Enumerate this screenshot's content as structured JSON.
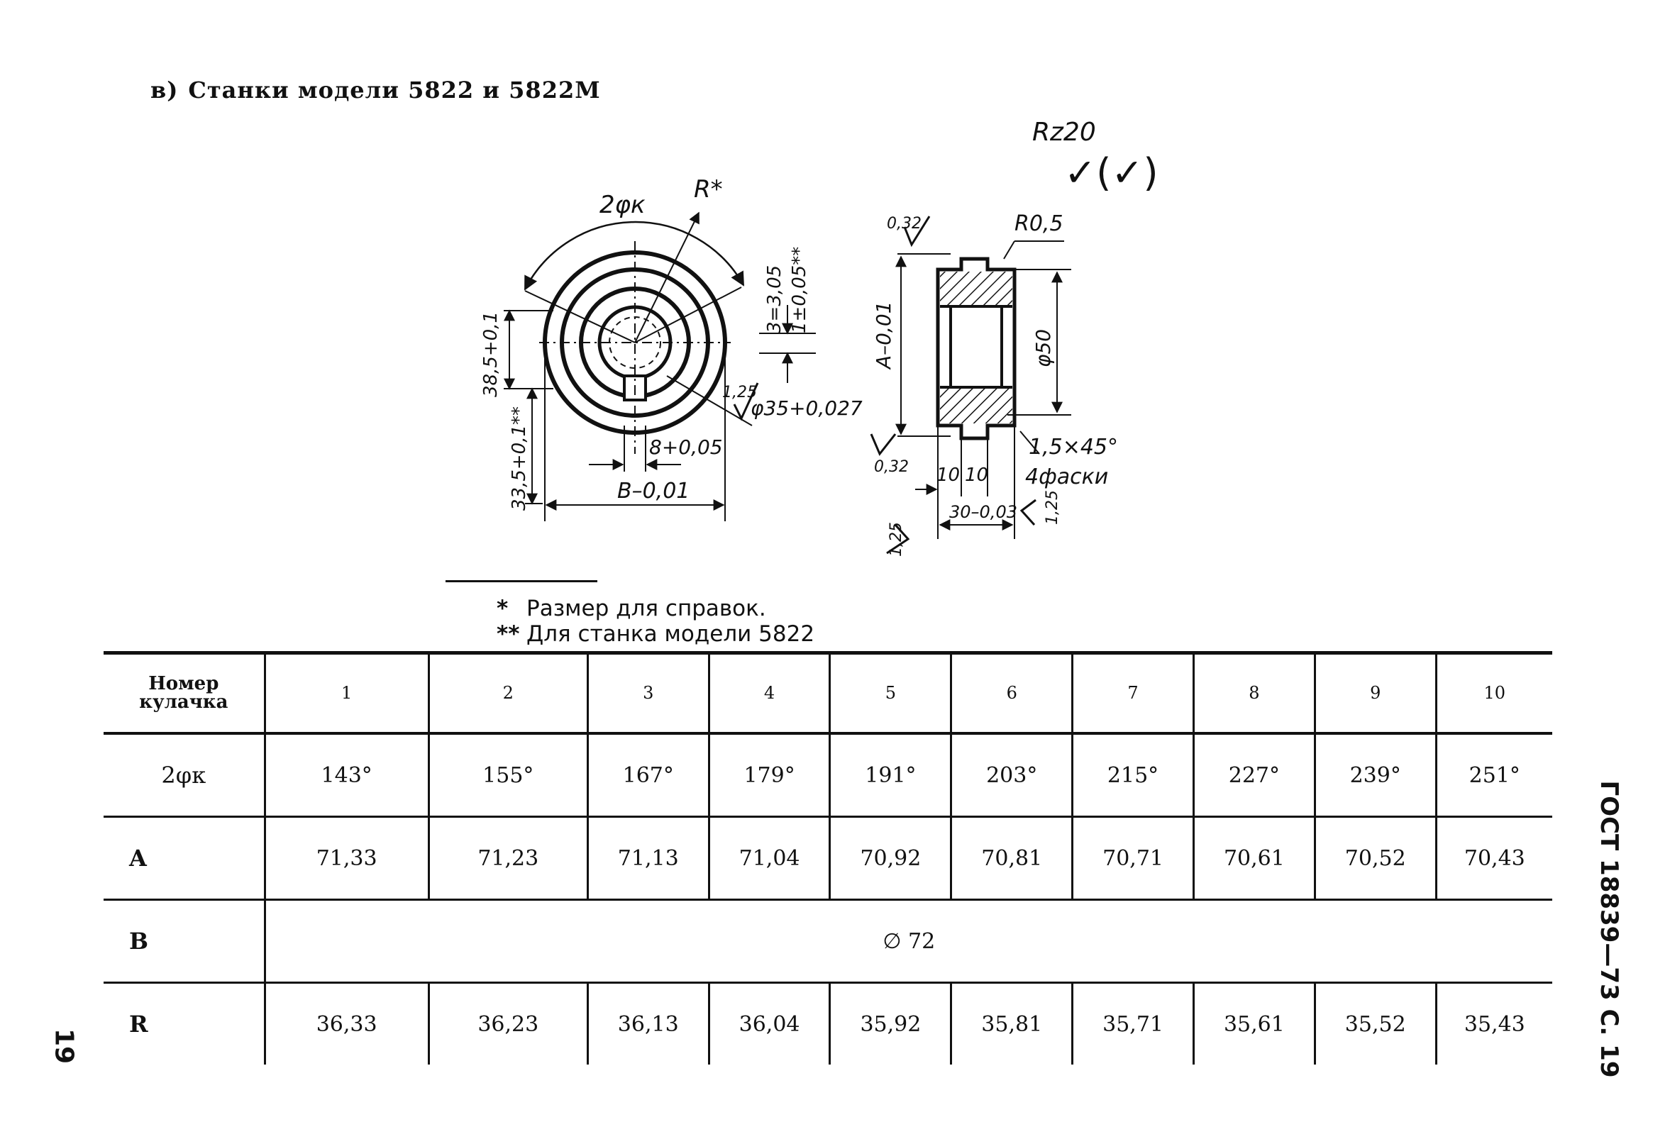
{
  "heading": {
    "label": "в)",
    "text": "Станки модели 5822 и 5822М"
  },
  "drawing": {
    "roughness_general": "Rz20",
    "roughness_symbol": "✓(✓)",
    "front_view": {
      "angle_label": "2φк",
      "radius_label": "R*",
      "height_dim": "38,5+0,1",
      "offset_dim": "33,5+0,1**",
      "slot_depth_dim": "3=3,05",
      "slot_width_dim": "1±0,05**",
      "bore_dim": "φ35+0,027",
      "keyway_dim": "8+0,05",
      "width_dim": "B–0,01",
      "roughness_bore": "1,25"
    },
    "side_view": {
      "roughness_top": "0,32",
      "fillet": "R0,5",
      "a_dim": "A–0,01",
      "diam_dim": "φ50",
      "roughness_bottom": "0,32",
      "chamfer": "1,5×45°",
      "chamfer_note": "4фаски",
      "step_a": "10",
      "step_b": "10",
      "width_dim": "30–0,03",
      "roughness_left": "1,25",
      "roughness_right": "1,25"
    }
  },
  "footnotes": [
    {
      "mark": "*",
      "text": "Размер для справок."
    },
    {
      "mark": "**",
      "text": "Для станка модели 5822"
    }
  ],
  "table": {
    "header_label": "Номер кулачка",
    "cam_numbers": [
      "1",
      "2",
      "3",
      "4",
      "5",
      "6",
      "7",
      "8",
      "9",
      "10"
    ],
    "rows": [
      {
        "label": "2φк",
        "values": [
          "143°",
          "155°",
          "167°",
          "179°",
          "191°",
          "203°",
          "215°",
          "227°",
          "239°",
          "251°"
        ]
      },
      {
        "label": "A",
        "values": [
          "71,33",
          "71,23",
          "71,13",
          "71,04",
          "70,92",
          "70,81",
          "70,71",
          "70,61",
          "70,52",
          "70,43"
        ]
      },
      {
        "label": "B",
        "merged": "∅ 72"
      },
      {
        "label": "R",
        "values": [
          "36,33",
          "36,23",
          "36,13",
          "36,04",
          "35,92",
          "35,81",
          "35,71",
          "35,61",
          "35,52",
          "35,43"
        ]
      }
    ]
  },
  "side_label": "ГОСТ 18839—73 С. 19",
  "page_number": "19"
}
